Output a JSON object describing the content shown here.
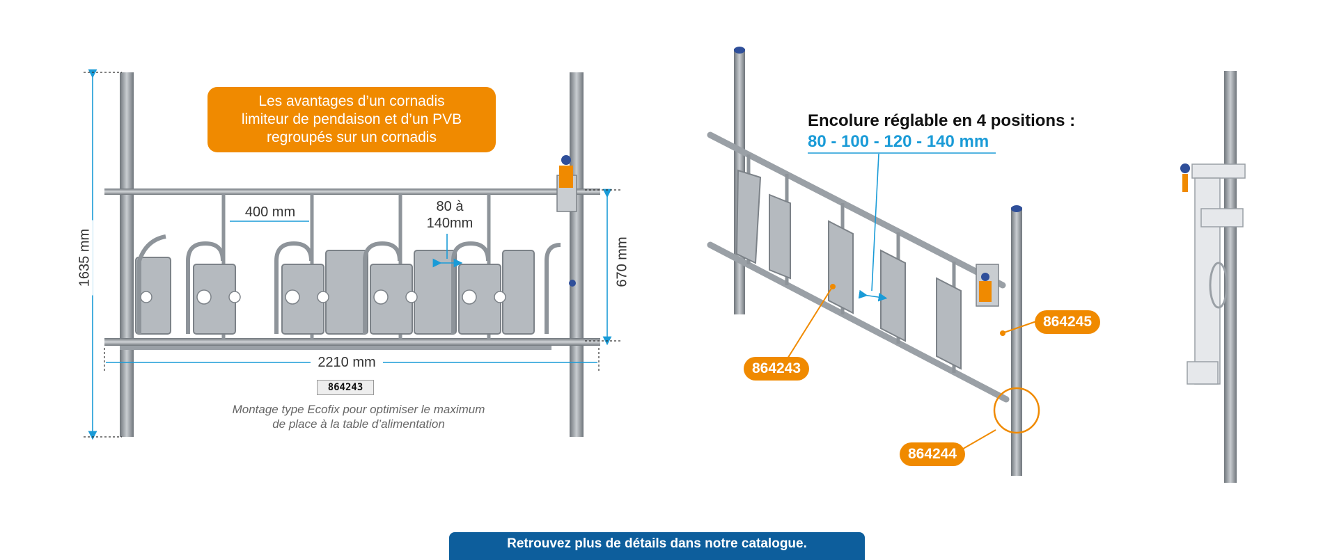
{
  "callout": {
    "line1": "Les avantages d’un cornadis",
    "line2": "limiteur de pendaison et d’un PVB",
    "line3": "regroupés sur un cornadis"
  },
  "front_view": {
    "dim_height_total": "1635 mm",
    "dim_spacing": "400 mm",
    "dim_neck_line1": "80 à",
    "dim_neck_line2": "140mm",
    "dim_height_frame": "670 mm",
    "dim_width": "2210 mm",
    "ref": "864243",
    "caption_line1": "Montage type Ecofix pour optimiser le maximum",
    "caption_line2": "de place à la table d’alimentation"
  },
  "perspective_view": {
    "title": "Encolure réglable en 4 positions :",
    "values": "80 - 100 - 120 - 140 mm",
    "ref_a": "864243",
    "ref_b": "864245",
    "ref_c": "864244"
  },
  "banner": {
    "text": "Retrouvez plus de détails dans notre catalogue."
  },
  "colors": {
    "orange": "#f08a00",
    "blue": "#1a9bd7",
    "navy": "#0d5e9c",
    "steel": "#8e949a"
  }
}
